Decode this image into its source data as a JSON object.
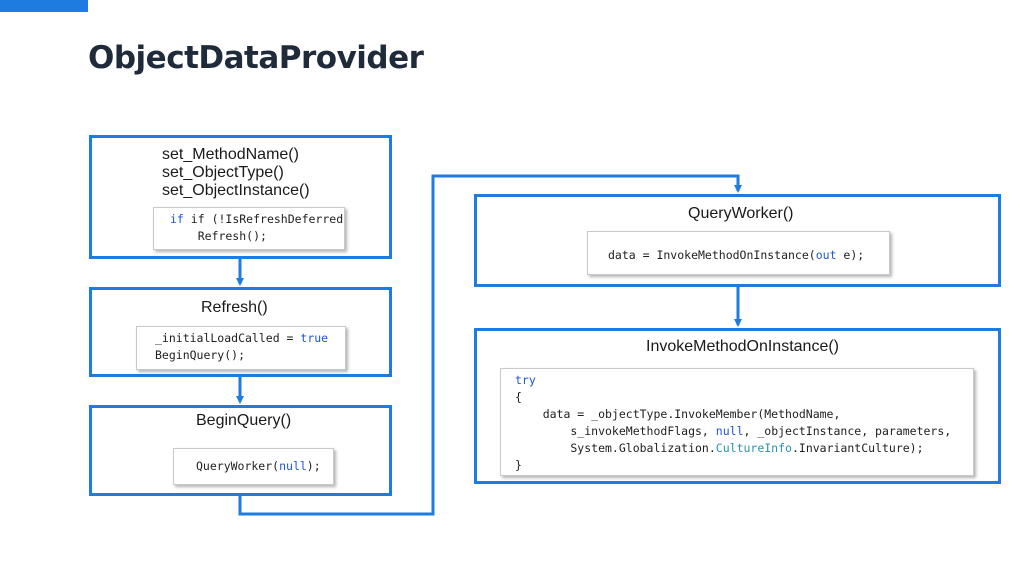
{
  "title": "ObjectDataProvider",
  "colors": {
    "accent": "#1e7be0",
    "box_border": "#1e7be0",
    "keyword": "#1e57d1",
    "type": "#2b91af"
  },
  "nodes": {
    "setters": {
      "title_lines": [
        "set_MethodName()",
        "set_ObjectType()",
        "set_ObjectInstance()"
      ],
      "code": [
        "if (!IsRefreshDeferred)",
        "    Refresh();"
      ]
    },
    "refresh": {
      "title": "Refresh()",
      "code_line1_plain": "_initialLoadCalled = ",
      "code_line1_kw": "true",
      "code_line2": "BeginQuery();"
    },
    "begin_query": {
      "title": "BeginQuery()",
      "code_pre": "QueryWorker(",
      "code_kw": "null",
      "code_post": ");"
    },
    "query_worker": {
      "title": "QueryWorker()",
      "code_pre": "data = InvokeMethodOnInstance(",
      "code_kw": "out",
      "code_post": " e);"
    },
    "invoke_method": {
      "title": "InvokeMethodOnInstance()",
      "code_try": "try",
      "code_open": "{",
      "code_line3": "    data = _objectType.InvokeMember(MethodName,",
      "code_line4_pre": "        s_invokeMethodFlags, ",
      "code_line4_kw": "null",
      "code_line4_post": ", _objectInstance, parameters,",
      "code_line5_pre": "        System.Globalization.",
      "code_line5_type": "CultureInfo",
      "code_line5_post": ".InvariantCulture);",
      "code_close": "}"
    }
  }
}
